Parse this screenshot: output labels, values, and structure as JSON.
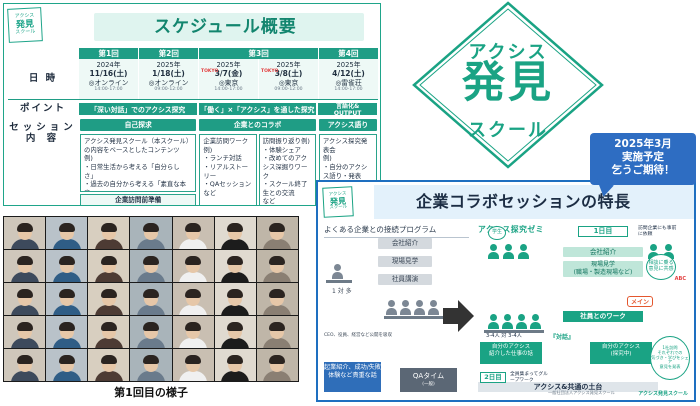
{
  "schedule": {
    "logo_line1": "アクシス",
    "logo_line2": "発見",
    "logo_line3": "スクール",
    "title": "スケジュール概要",
    "rounds": [
      "第1回",
      "第2回",
      "第3回",
      "第4回"
    ],
    "row_labels": {
      "date": "日 時",
      "point": "ポイント",
      "session": "セッション\n内 容"
    },
    "dates": [
      {
        "year": "2024年",
        "day": "11/16(土)",
        "place": "◎オンライン",
        "time": "14:00-17:00"
      },
      {
        "year": "2025年",
        "day": "1/18(土)",
        "place": "◎オンライン",
        "time": "09:00-12:00"
      },
      {
        "year": "2025年",
        "day": "3/7(金)",
        "place": "◎東京",
        "time": "14:00-17:00"
      },
      {
        "year": "2025年",
        "day": "3/8(土)",
        "place": "◎東京",
        "time": "09:00-12:00"
      },
      {
        "year": "2025年",
        "day": "4/12(土)",
        "place": "◎雷雀荘",
        "time": "14:00-17:00"
      }
    ],
    "tokyo_tag": "TOKYO",
    "points": [
      "「深い対話」でのアクシス探究",
      "「働く」×「アクシス」を通した探究",
      "言語化&\nOUTPUT"
    ],
    "sessions": [
      {
        "head": "自己探求",
        "body": "アクシス発見スクール（本スクール）の内容をベースとしたコンテンツ\n例)\n・日常生活から考える「自分らしさ」\n・過去の自分から考える「素直な本音」\n・非日常から考える「素直な本音」",
        "foot": "企業訪問前準備"
      },
      {
        "head": "企業とのコラボ",
        "body": "企業訪問ワーク\n例)\n・ランチ対話\n・リアルストーリー\n・QAセッション\nなど"
      },
      {
        "head": "",
        "body": "訪問振り返り例)\n・体験シェア\n・改めてのアクシス深掘りワーク\n・スクール終了生との交流\nなど"
      },
      {
        "head": "アクシス語り",
        "body": "アクシス探究発表会\n例)\n・自分のアクシス語り・発表\nなど"
      }
    ]
  },
  "brand": {
    "line1": "アクシス",
    "line2": "発見",
    "line3": "スクール"
  },
  "callout": {
    "line1": "2025年3月",
    "line2": "実施予定",
    "line3": "乞うご期待！"
  },
  "zoom": {
    "caption": "第1回目の様子",
    "tiles": 35
  },
  "corp": {
    "logo_line1": "アクシス",
    "logo_line2": "発見",
    "logo_line3": "スクール",
    "title": "企業コラボセッションの特長",
    "left_title": "よくある企業との接続プログラム",
    "left_items": [
      "会社紹介",
      "現場見学",
      "社員講演"
    ],
    "ratio": "1 対 多",
    "left_note": "CEO、役員、経営など公開を吸収",
    "blue_box": "起業紹介、成功/失敗体験など貴重な話",
    "qa": "QAタイム",
    "qa_small": "(一般)",
    "right_title": "アクシス探究ゼミ",
    "day1": "1日目",
    "right_note": "訪問企業にも事前に依頼",
    "right_items": [
      "会社紹介",
      "現場見学\n(職場・製造現場など)"
    ],
    "work": "社員とのワーク",
    "mein": "メイン",
    "ratio2": "3-4人 対 3-4人",
    "dialog": "『対話』",
    "green_left": "自分のアクシス\n紹介した仕事の話",
    "green_right": "自分のアクシス\n(探究中)",
    "student_tag": "学生",
    "employee_tag": "社員",
    "foundation": "アクシス&共通の土台",
    "day2": "2日目",
    "day2_note": "全員集まってグループワーク",
    "right_circle": "1社訪問\nそれぞれでの\n気づき・学びをシェア\n意見を発表",
    "circle_top": "相談に乗る\n意見に共感",
    "red_badge": "ABC",
    "credit": "アクシス発見スクール",
    "credit_small": "一般社団法人アクシス発見スクール"
  }
}
